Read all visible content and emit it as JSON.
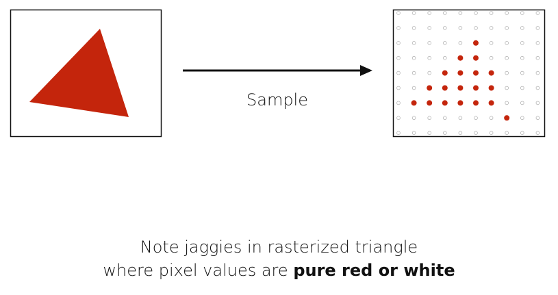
{
  "sample_label": "Sample",
  "caption": {
    "line1": "Note jaggies in rasterized triangle",
    "line2_prefix": "where pixel values are",
    "line2_bold": "pure red or white"
  },
  "colors": {
    "triangle_red": "#c4250c",
    "sample_dot_red": "#c4250c",
    "empty_dot_gray": "#b3b3b3",
    "frame_black": "#111111"
  },
  "grid": {
    "rows": 9,
    "cols": 10,
    "filled": [
      [
        2,
        5
      ],
      [
        3,
        4
      ],
      [
        3,
        5
      ],
      [
        4,
        3
      ],
      [
        4,
        4
      ],
      [
        4,
        5
      ],
      [
        4,
        6
      ],
      [
        5,
        2
      ],
      [
        5,
        3
      ],
      [
        5,
        4
      ],
      [
        5,
        5
      ],
      [
        5,
        6
      ],
      [
        6,
        1
      ],
      [
        6,
        2
      ],
      [
        6,
        3
      ],
      [
        6,
        4
      ],
      [
        6,
        5
      ],
      [
        6,
        6
      ],
      [
        7,
        7
      ]
    ]
  }
}
